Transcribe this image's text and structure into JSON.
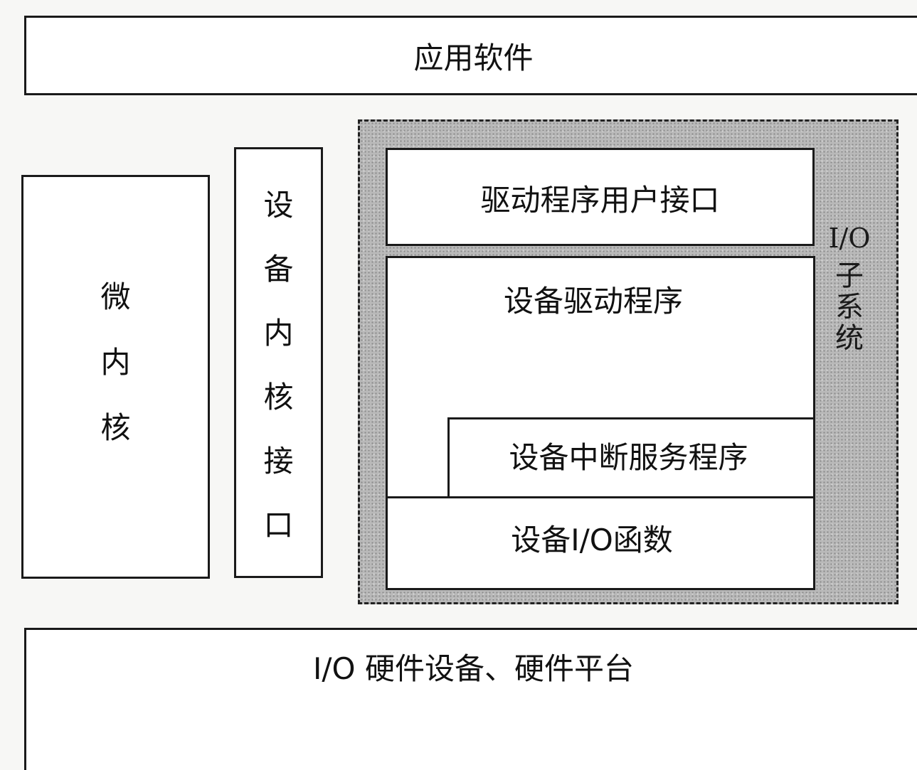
{
  "layers": {
    "application": "应用软件",
    "hardware": "I/O 硬件设备、硬件平台"
  },
  "microkernel": {
    "chars": [
      "微",
      "内",
      "核"
    ]
  },
  "kernel_interface": {
    "chars": [
      "设",
      "备",
      "内",
      "核",
      "接",
      "口"
    ]
  },
  "io_subsystem": {
    "label_io": "I/O",
    "label_chars": [
      "子",
      "系",
      "统"
    ],
    "driver_user_interface": "驱动程序用户接口",
    "device_driver": "设备驱动程序",
    "isr": "设备中断服务程序",
    "io_functions": "设备I/O函数"
  },
  "colors": {
    "line": "#1a1a1a",
    "box_fill": "#ffffff",
    "subsystem_shade": "#b9b9b9",
    "background": "#f7f7f5"
  }
}
